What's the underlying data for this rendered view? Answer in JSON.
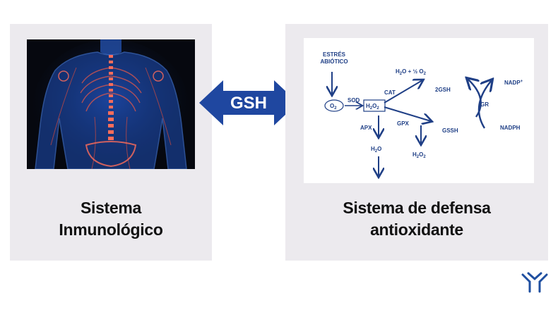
{
  "left_panel": {
    "caption": [
      "Sistema",
      "Inmunológico"
    ],
    "image_subject": "x-ray-human-torso"
  },
  "connector": {
    "label": "GSH"
  },
  "right_panel": {
    "caption": [
      "Sistema de defensa",
      "antioxidante"
    ],
    "diagram": {
      "stress_line1": "ESTRÉS",
      "stress_line2": "ABIÓTICO",
      "o2": "O",
      "o2_sub": "2",
      "sod": "SOD",
      "h2o2": "H",
      "h2o2_sub1": "2",
      "h2o2_mid": "O",
      "h2o2_sub2": "2",
      "cat": "CAT",
      "cat_product": "H",
      "cat_product_sub": "2",
      "cat_product_rest": "O + ½ O",
      "cat_product_sub2": "2",
      "apx": "APX",
      "apx_product": "H",
      "apx_product_sub": "2",
      "apx_product_rest": "O",
      "gpx": "GPX",
      "gpx_product": "H",
      "gpx_product_sub": "2",
      "gpx_product_mid": "O",
      "gpx_product_sub2": "2",
      "gsh2": "2GSH",
      "gssh": "GSSH",
      "gr": "GR",
      "nadp": "NADP",
      "nadp_sup": "+",
      "nadph": "NADPH"
    }
  },
  "colors": {
    "panel_bg": "#eceaee",
    "arrow_blue": "#1f47a0",
    "diagram_blue": "#1f3f86",
    "logo_blue": "#1f4fa0"
  },
  "logo": {
    "icon": "antibody-logo-icon"
  }
}
